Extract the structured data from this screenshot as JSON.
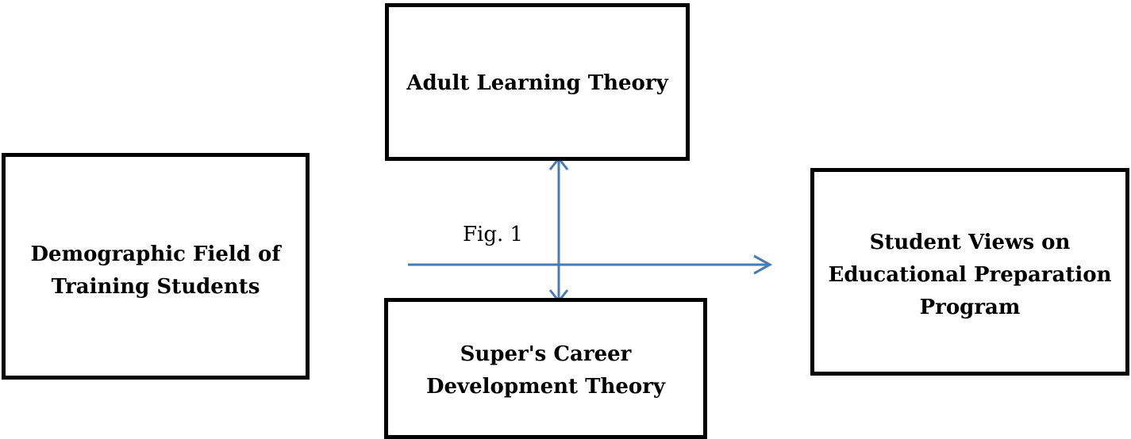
{
  "diagram": {
    "boxes": {
      "adult_learning": "Adult Learning Theory",
      "demographic": "Demographic Field of\nTraining Students",
      "student_views": "Student Views on\nEducational Preparation\nProgram",
      "super_career": "Super's Career\nDevelopment Theory"
    },
    "figure_label": "Fig. 1",
    "colors": {
      "box_border": "#000000",
      "arrow": "#4a7ab0"
    }
  }
}
